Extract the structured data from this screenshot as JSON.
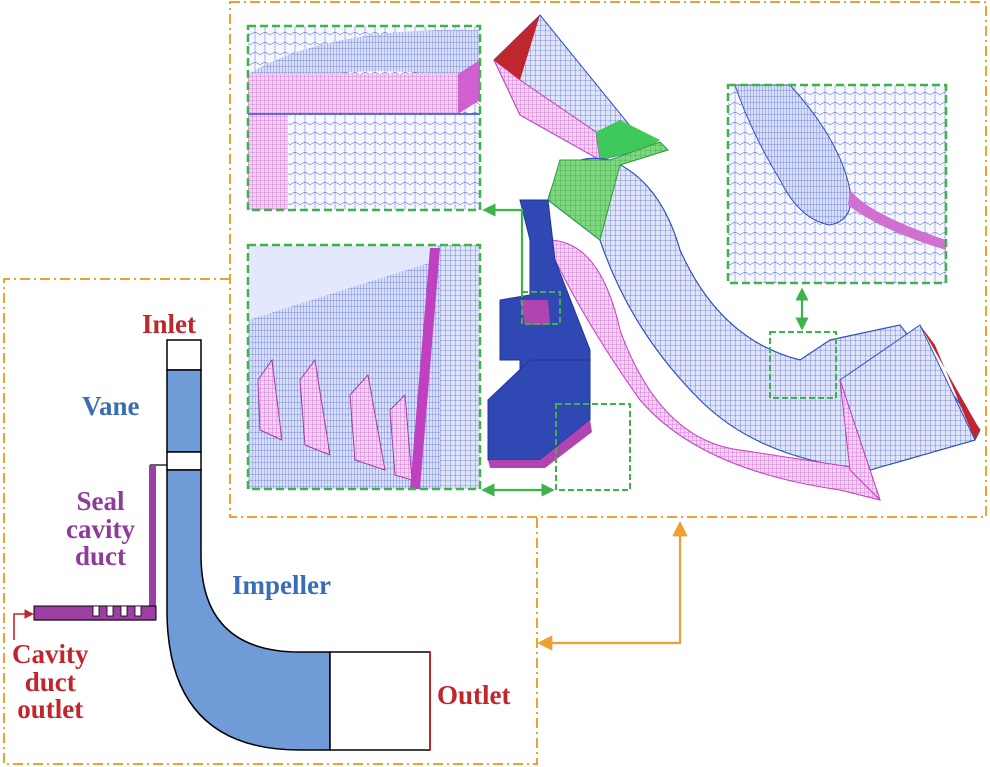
{
  "labels": {
    "inlet": "Inlet",
    "vane": "Vane",
    "seal_cavity_duct": [
      "Seal",
      "cavity",
      "duct"
    ],
    "impeller": "Impeller",
    "cavity_duct_outlet": [
      "Cavity",
      "duct",
      "outlet"
    ],
    "outlet": "Outlet"
  },
  "colors": {
    "label_red": "#c0262d",
    "label_blue": "#3a6db8",
    "label_purple": "#8e3c9a",
    "frame_orange": "#f0a030",
    "zoom_green": "#3cb44b",
    "mesh_blue": "#3050c0",
    "mesh_magenta": "#c040c0",
    "duct_fill": "#6f9bd6",
    "seal_fill": "#9b3fa3"
  }
}
